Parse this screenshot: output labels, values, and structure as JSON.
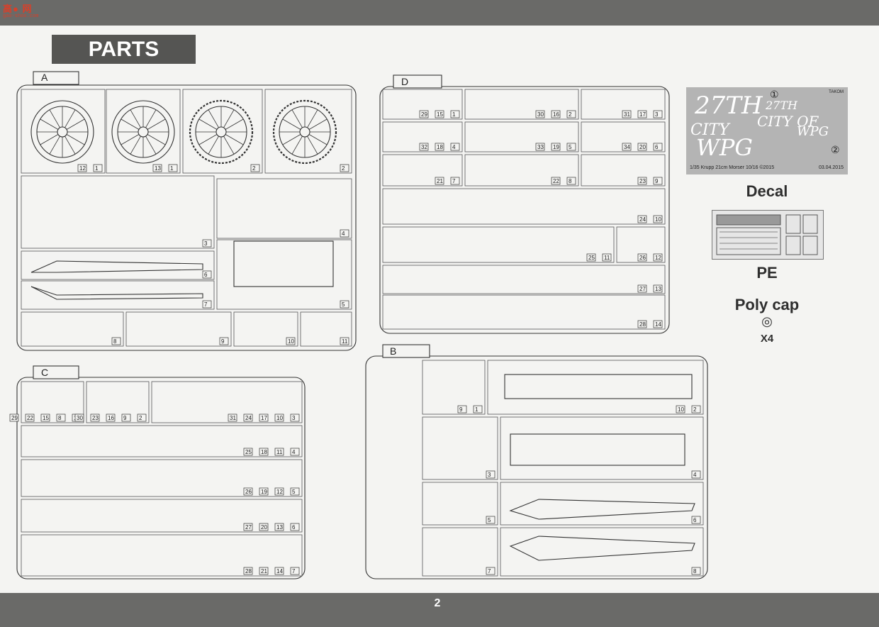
{
  "header": {
    "logo_text": "高● 网",
    "logo_subtext": "gao-shoo.com"
  },
  "title": "PARTS",
  "page_number": "2",
  "sprues": [
    {
      "letter": "A",
      "part_numbers": [
        "1",
        "1",
        "2",
        "2",
        "3",
        "4",
        "5",
        "6",
        "7",
        "8",
        "9",
        "10",
        "11",
        "12",
        "13"
      ]
    },
    {
      "letter": "D",
      "part_numbers": [
        "1",
        "2",
        "3",
        "4",
        "5",
        "6",
        "7",
        "8",
        "9",
        "10",
        "11",
        "12",
        "13",
        "14",
        "15",
        "16",
        "17",
        "18",
        "19",
        "20",
        "21",
        "22",
        "23",
        "24",
        "25",
        "26",
        "27",
        "28",
        "29",
        "30",
        "31",
        "32",
        "33",
        "34"
      ]
    },
    {
      "letter": "C",
      "part_numbers": [
        "1",
        "2",
        "3",
        "4",
        "5",
        "6",
        "7",
        "8",
        "9",
        "10",
        "11",
        "12",
        "13",
        "14",
        "15",
        "16",
        "17",
        "18",
        "19",
        "20",
        "21",
        "22",
        "23",
        "24",
        "25",
        "26",
        "27",
        "28",
        "29",
        "30",
        "31"
      ]
    },
    {
      "letter": "B",
      "part_numbers": [
        "1",
        "2",
        "3",
        "4",
        "5",
        "6",
        "7",
        "8",
        "9",
        "10"
      ]
    }
  ],
  "decal": {
    "label": "Decal",
    "handwriting_1": "27TH",
    "handwriting_2": "CITY",
    "handwriting_3": "WPG",
    "handwriting_4": "27TH",
    "handwriting_5": "CITY OF",
    "handwriting_6": "WPG",
    "marker_1": "①",
    "marker_2": "②",
    "brand": "TAKOM",
    "caption": "1/35 Krupp 21cm Morser 10/16 ©2015",
    "date": "03.04.2015"
  },
  "pe": {
    "label": "PE"
  },
  "polycap": {
    "label": "Poly cap",
    "symbol": "◎",
    "quantity": "X4"
  }
}
